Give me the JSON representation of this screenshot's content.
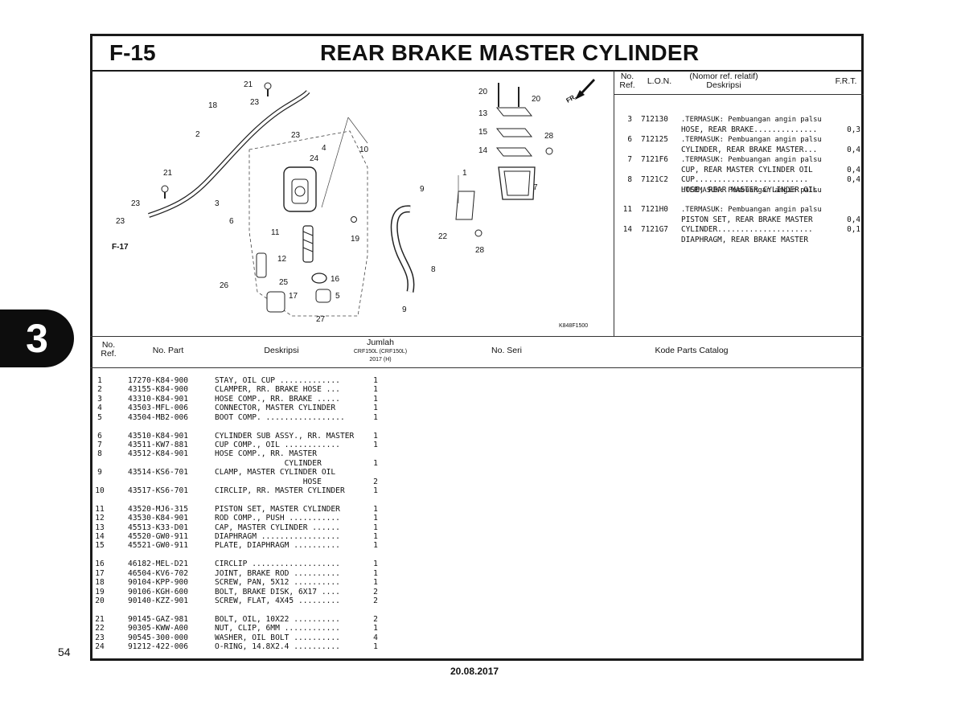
{
  "header": {
    "code": "F-15",
    "title": "REAR BRAKE MASTER CYLINDER"
  },
  "section_tab": "3",
  "page_number": "54",
  "footer_date": "20.08.2017",
  "diagram": {
    "ref_code": "K848F1500",
    "cross_ref": "F-17",
    "front_mark": "FR.",
    "callouts": [
      "1",
      "2",
      "3",
      "4",
      "5",
      "6",
      "7",
      "8",
      "9",
      "10",
      "11",
      "12",
      "13",
      "14",
      "15",
      "16",
      "17",
      "18",
      "19",
      "20",
      "21",
      "22",
      "23",
      "24",
      "25",
      "26",
      "27",
      "28"
    ]
  },
  "frt_table": {
    "headers": {
      "no": "No.",
      "ref": "Ref.",
      "lon": "L.O.N.",
      "desc_top": "(Nomor ref. relatif)",
      "desc": "Deskripsi",
      "frt": "F.R.T."
    },
    "rows": [
      {
        "no": "3",
        "lon": "712130",
        "desc": "HOSE, REAR BRAKE..............",
        "val": "0,3",
        "note": ".TERMASUK: Pembuangan angin palsu"
      },
      {
        "no": "6",
        "lon": "712125",
        "desc": "CYLINDER, REAR BRAKE MASTER...",
        "val": "0,4",
        "note": ".TERMASUK: Pembuangan angin palsu"
      },
      {
        "no": "7",
        "lon": "7121F6",
        "desc": "CUP, REAR MASTER CYLINDER OIL",
        "val": "0,4",
        "note": ".TERMASUK: Pembuangan angin palsu"
      },
      {
        "no": "8",
        "lon": "7121C2",
        "desc": "HOSE, REAR MASTER CYLINDER OIL",
        "desc2": "CUP.........................",
        "val": "0,4",
        "note": ".TERMASUK: Pembuangan angin palsu"
      },
      {
        "no": "11",
        "lon": "7121H0",
        "desc": "PISTON SET, REAR BRAKE MASTER",
        "val": "0,4",
        "note": ".TERMASUK: Pembuangan angin palsu"
      },
      {
        "no": "14",
        "lon": "7121G7",
        "desc": "DIAPHRAGM, REAR BRAKE MASTER",
        "desc2": "CYLINDER.....................",
        "val": "0,1"
      }
    ]
  },
  "parts_table": {
    "headers": {
      "no": "No.",
      "ref": "Ref.",
      "part": "No. Part",
      "desc": "Deskripsi",
      "qty": "Jumlah",
      "model": "CRF150L (CRF150L)",
      "year": "2017 (H)",
      "serial": "No. Seri",
      "catalog": "Kode Parts Catalog"
    },
    "groups": [
      [
        {
          "ref": "1",
          "part": "17270-K84-900",
          "desc": "STAY, OIL CUP .............",
          "qty": "1"
        },
        {
          "ref": "2",
          "part": "43155-K84-900",
          "desc": "CLAMPER, RR. BRAKE HOSE ...",
          "qty": "1"
        },
        {
          "ref": "3",
          "part": "43310-K84-901",
          "desc": "HOSE COMP., RR. BRAKE .....",
          "qty": "1"
        },
        {
          "ref": "4",
          "part": "43503-MFL-006",
          "desc": "CONNECTOR, MASTER CYLINDER",
          "qty": "1"
        },
        {
          "ref": "5",
          "part": "43504-MB2-006",
          "desc": "BOOT COMP. .................",
          "qty": "1"
        }
      ],
      [
        {
          "ref": "6",
          "part": "43510-K84-901",
          "desc": "CYLINDER SUB ASSY., RR. MASTER",
          "qty": "1"
        },
        {
          "ref": "7",
          "part": "43511-KW7-881",
          "desc": "CUP COMP., OIL ............",
          "qty": "1"
        },
        {
          "ref": "8",
          "part": "43512-K84-901",
          "desc": "HOSE COMP., RR. MASTER",
          "desc2": "               CYLINDER",
          "qty": "1"
        },
        {
          "ref": "9",
          "part": "43514-KS6-701",
          "desc": "CLAMP, MASTER CYLINDER OIL",
          "desc2": "                   HOSE",
          "qty": "2"
        },
        {
          "ref": "10",
          "part": "43517-KS6-701",
          "desc": "CIRCLIP, RR. MASTER CYLINDER",
          "qty": "1"
        }
      ],
      [
        {
          "ref": "11",
          "part": "43520-MJ6-315",
          "desc": "PISTON SET, MASTER CYLINDER",
          "qty": "1"
        },
        {
          "ref": "12",
          "part": "43530-K84-901",
          "desc": "ROD COMP., PUSH ...........",
          "qty": "1"
        },
        {
          "ref": "13",
          "part": "45513-K33-D01",
          "desc": "CAP, MASTER CYLINDER ......",
          "qty": "1"
        },
        {
          "ref": "14",
          "part": "45520-GW0-911",
          "desc": "DIAPHRAGM .................",
          "qty": "1"
        },
        {
          "ref": "15",
          "part": "45521-GW0-911",
          "desc": "PLATE, DIAPHRAGM ..........",
          "qty": "1"
        }
      ],
      [
        {
          "ref": "16",
          "part": "46182-MEL-D21",
          "desc": "CIRCLIP ...................",
          "qty": "1"
        },
        {
          "ref": "17",
          "part": "46504-KV6-702",
          "desc": "JOINT, BRAKE ROD ..........",
          "qty": "1"
        },
        {
          "ref": "18",
          "part": "90104-KPP-900",
          "desc": "SCREW, PAN, 5X12 ..........",
          "qty": "1"
        },
        {
          "ref": "19",
          "part": "90106-KGH-600",
          "desc": "BOLT, BRAKE DISK, 6X17 ....",
          "qty": "2"
        },
        {
          "ref": "20",
          "part": "90140-KZZ-901",
          "desc": "SCREW, FLAT, 4X45 .........",
          "qty": "2"
        }
      ],
      [
        {
          "ref": "21",
          "part": "90145-GAZ-981",
          "desc": "BOLT, OIL, 10X22 ..........",
          "qty": "2"
        },
        {
          "ref": "22",
          "part": "90305-KWW-A00",
          "desc": "NUT, CLIP, 6MM ............",
          "qty": "1"
        },
        {
          "ref": "23",
          "part": "90545-300-000",
          "desc": "WASHER, OIL BOLT ..........",
          "qty": "4"
        },
        {
          "ref": "24",
          "part": "91212-422-006",
          "desc": "O-RING, 14.8X2.4 ..........",
          "qty": "1"
        }
      ]
    ]
  }
}
